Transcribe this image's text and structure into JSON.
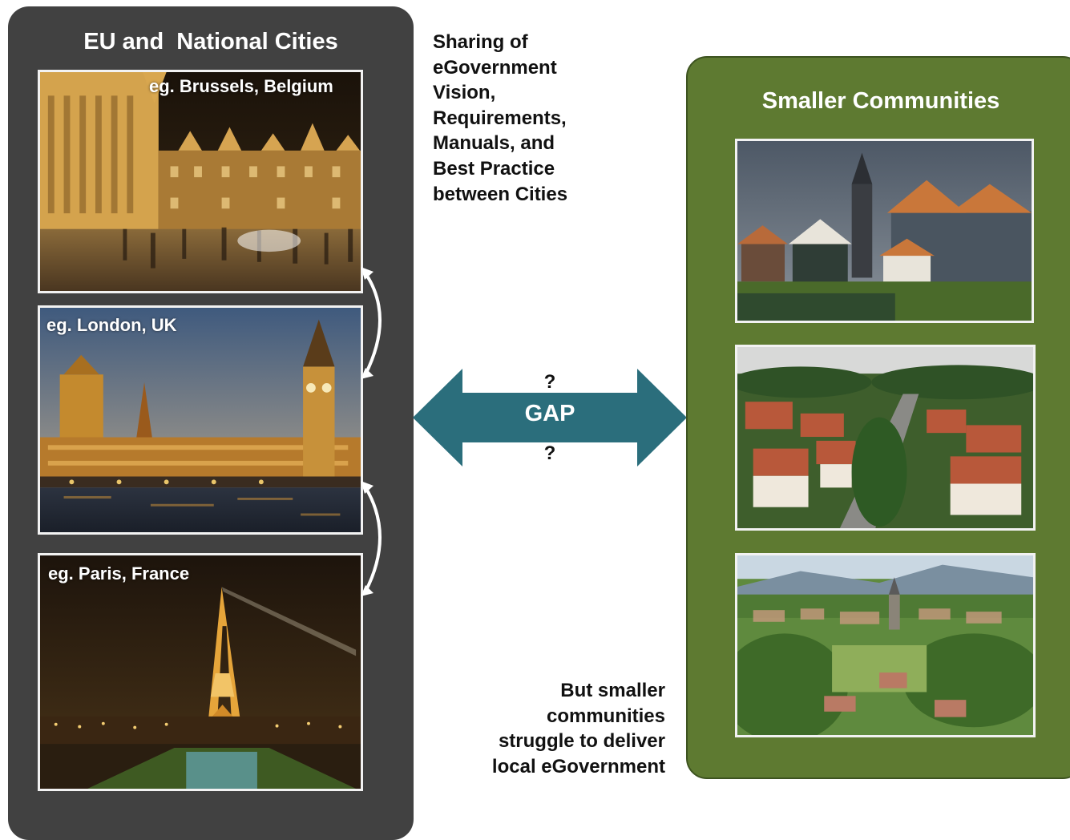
{
  "left_panel": {
    "title": "EU and  National Cities",
    "photos": [
      {
        "caption": "eg. Brussels, Belgium"
      },
      {
        "caption": "eg. London, UK"
      },
      {
        "caption": "eg. Paris, France"
      }
    ]
  },
  "right_panel": {
    "title": "Smaller Communities"
  },
  "sharing_note": {
    "lines": [
      "Sharing of",
      "eGovernment",
      "Vision,",
      "Requirements,",
      "Manuals, and",
      "Best Practice",
      "between Cities"
    ]
  },
  "gap": {
    "label": "GAP",
    "question_top": "?",
    "question_bottom": "?"
  },
  "struggle_note": {
    "lines": [
      "But smaller",
      "communities",
      "struggle to deliver",
      "local eGovernment"
    ]
  },
  "colors": {
    "left_panel": "#414141",
    "right_panel": "#5e7a31",
    "gap_arrow": "#2b6e7c"
  }
}
